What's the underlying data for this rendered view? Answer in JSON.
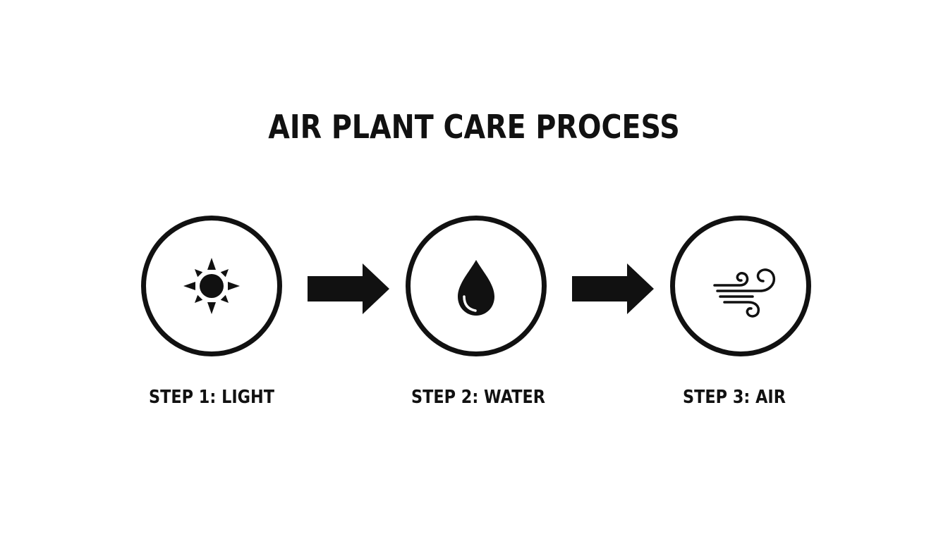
{
  "title": "AIR PLANT CARE PROCESS",
  "steps": [
    {
      "label": "STEP 1: LIGHT",
      "icon": "sun-icon"
    },
    {
      "label": "STEP 2: WATER",
      "icon": "water-drop-icon"
    },
    {
      "label": "STEP 3: AIR",
      "icon": "wind-icon"
    }
  ],
  "colors": {
    "foreground": "#111111",
    "background": "#ffffff"
  }
}
